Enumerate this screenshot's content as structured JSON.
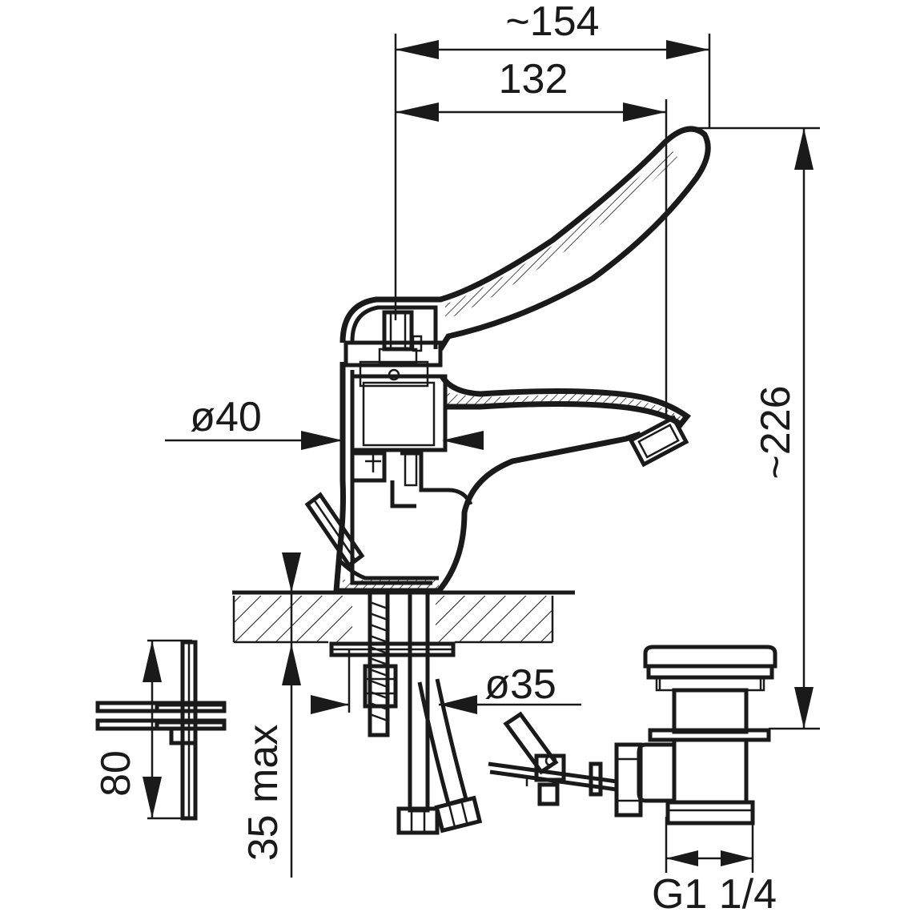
{
  "drawing": {
    "dimensions": {
      "overall_width": "~154",
      "spout_reach": "132",
      "height": "~226",
      "body_diameter": "ø40",
      "shank_diameter": "ø35",
      "max_deck_thickness": "35 max",
      "lever_length": "80",
      "drain_thread": "G1 1/4"
    },
    "colors": {
      "line": "#1a1a1a",
      "background": "#ffffff"
    }
  }
}
